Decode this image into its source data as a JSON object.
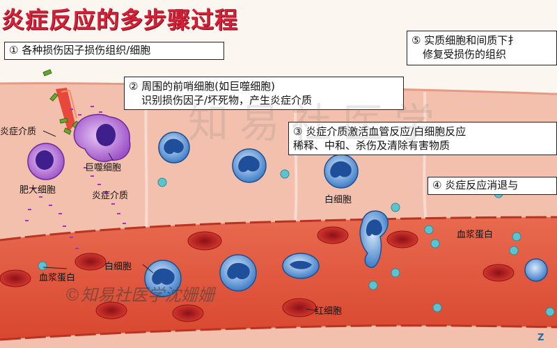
{
  "title": "炎症反应的多步骤过程",
  "steps": [
    {
      "line1": "① 各种损伤因子损伤组织/细胞",
      "line2": ""
    },
    {
      "line1": "② 周围的前哨细胞(如巨噬细胞)",
      "line2": "识别损伤因子/坏死物，产生炎症介质"
    },
    {
      "line1": "③ 炎症介质激活血管反应/白细胞反应",
      "line2": "稀释、中和、杀伤及清除有害物质"
    },
    {
      "line1": "④ 炎症反应消退与",
      "line2": ""
    },
    {
      "line1": "⑤ 实质细胞和间质下扌",
      "line2": "修复受损伤的组织"
    }
  ],
  "labels": {
    "mediator_left": "炎症介质",
    "macrophage": "巨噬细胞",
    "mast_cell": "肥大细胞",
    "mediator_mid": "炎症介质",
    "plasma_protein_left": "血浆蛋白",
    "wbc_vessel": "白细胞",
    "wbc_tissue": "白细胞",
    "plasma_protein_right": "血浆蛋白",
    "rbc": "红细胞"
  },
  "watermarks": {
    "big": "知易社医学",
    "copyright": "©知易社医学沈姗姗",
    "brand": "Z"
  },
  "colors": {
    "title": "#d4213a",
    "tissue": "#f1b8a8",
    "vessel": "#e0573f",
    "rbc": "#c42228",
    "wbc": "#3e7dc8",
    "macrophage": "#9b4fc7",
    "plasma_protein": "#5cc3cf"
  }
}
